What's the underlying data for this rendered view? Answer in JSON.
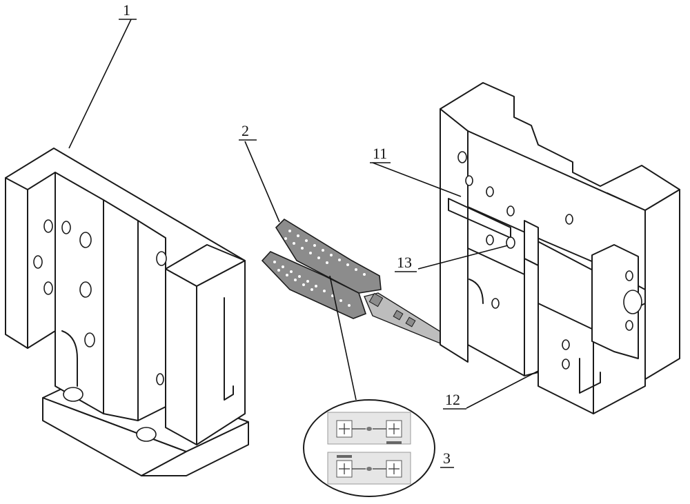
{
  "labels": {
    "part1": "1",
    "part2": "2",
    "part3": "3",
    "part11": "11",
    "part12": "12",
    "part13": "13"
  },
  "colors": {
    "line": "#1a1a1a",
    "chip": "#8c8c8c",
    "detail_fill": "#dcdcdc"
  }
}
